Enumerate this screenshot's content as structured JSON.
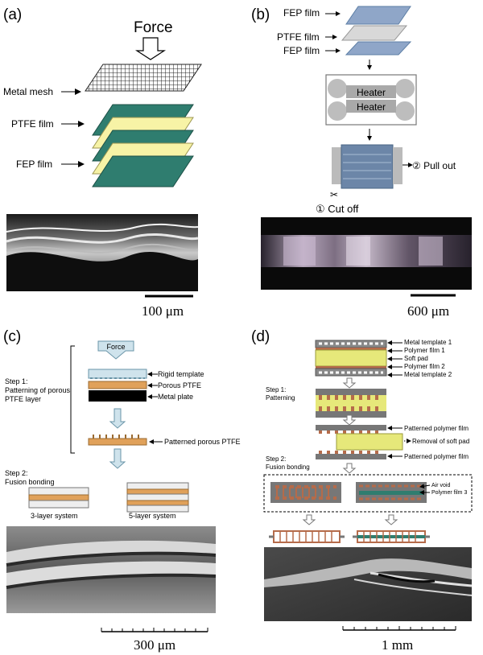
{
  "panels": {
    "a": {
      "label": "(a)",
      "force": "Force",
      "metal_mesh": "Metal mesh",
      "ptfe_film": "PTFE film",
      "fep_film": "FEP film",
      "scale": "100 μm"
    },
    "b": {
      "label": "(b)",
      "fep_film_top": "FEP film",
      "ptfe_film": "PTFE film",
      "fep_film_bottom": "FEP film",
      "heater_top": "Heater",
      "heater_bottom": "Heater",
      "pull_out": "② Pull out",
      "cut_off": "① Cut off",
      "scale": "600 μm"
    },
    "c": {
      "label": "(c)",
      "force": "Force",
      "step1_line1": "Step 1:",
      "step1_line2": "Patterning of porous",
      "step1_line3": "PTFE layer",
      "rigid_template": "Rigid template",
      "porous_ptfe": "Porous PTFE",
      "metal_plate": "Metal plate",
      "patterned_porous_ptfe": "Patterned porous PTFE",
      "step2_line1": "Step 2:",
      "step2_line2": "Fusion bonding",
      "three_layer": "3-layer system",
      "five_layer": "5-layer system",
      "scale": "300 μm"
    },
    "d": {
      "label": "(d)",
      "metal_template_1": "Metal template 1",
      "polymer_film_1": "Polymer film 1",
      "soft_pad": "Soft pad",
      "polymer_film_2": "Polymer film 2",
      "metal_template_2": "Metal template 2",
      "step1_line1": "Step 1:",
      "step1_line2": "Patterning",
      "patterned_polymer_film_top": "Patterned polymer film",
      "removal_soft_pad": "Removal of soft pad",
      "patterned_polymer_film_bottom": "Patterned polymer film",
      "step2_line1": "Step 2:",
      "step2_line2": "Fusion bonding",
      "air_void": "Air void",
      "polymer_film_3": "Polymer film 3",
      "scale": "1 mm"
    }
  },
  "colors": {
    "ptfe_yellow": "#f7f3a6",
    "fep_teal": "#2f7d6f",
    "porous_orange": "#e0a15a",
    "template_blue": "#cfe3ec",
    "soft_pad_yellow": "#e6e87a",
    "heater_gray": "#a9a9a9",
    "film_blue": "#5d7fa6"
  }
}
